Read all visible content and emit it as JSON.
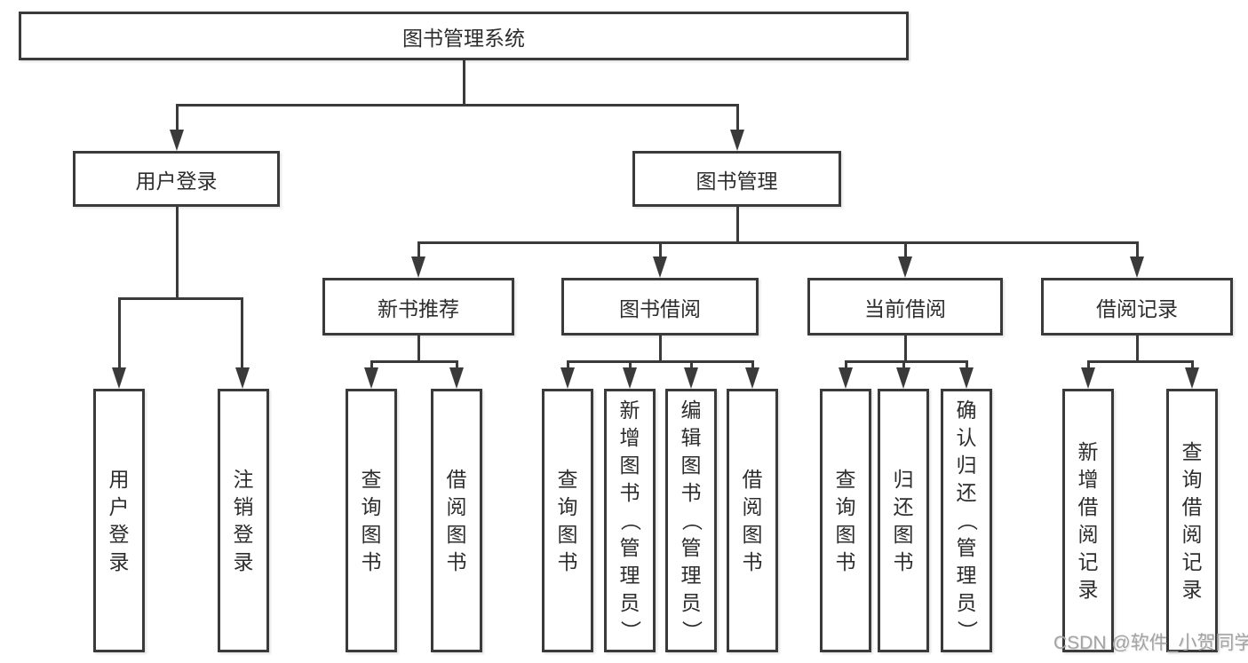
{
  "tree": {
    "root": "图书管理系统",
    "branches": [
      {
        "label": "用户登录",
        "leaves": [
          "用户登录",
          "注销登录"
        ]
      },
      {
        "label": "图书管理",
        "groups": [
          {
            "label": "新书推荐",
            "leaves": [
              "查询图书",
              "借阅图书"
            ]
          },
          {
            "label": "图书借阅",
            "leaves": [
              "查询图书",
              "新增图书（管理员）",
              "编辑图书（管理员）",
              "借阅图书"
            ]
          },
          {
            "label": "当前借阅",
            "leaves": [
              "查询图书",
              "归还图书",
              "确认归还（管理员）"
            ]
          },
          {
            "label": "借阅记录",
            "leaves": [
              "新增借阅记录",
              "查询借阅记录"
            ]
          }
        ]
      }
    ]
  },
  "watermark": {
    "text": "CSDN @软件_小贺同学"
  },
  "colors": {
    "line": "#3a3a3a",
    "text": "#2d2d2d",
    "box_bg": "#ffffff",
    "page_bg": "#ffffff",
    "watermark": "#a3a3a3"
  }
}
